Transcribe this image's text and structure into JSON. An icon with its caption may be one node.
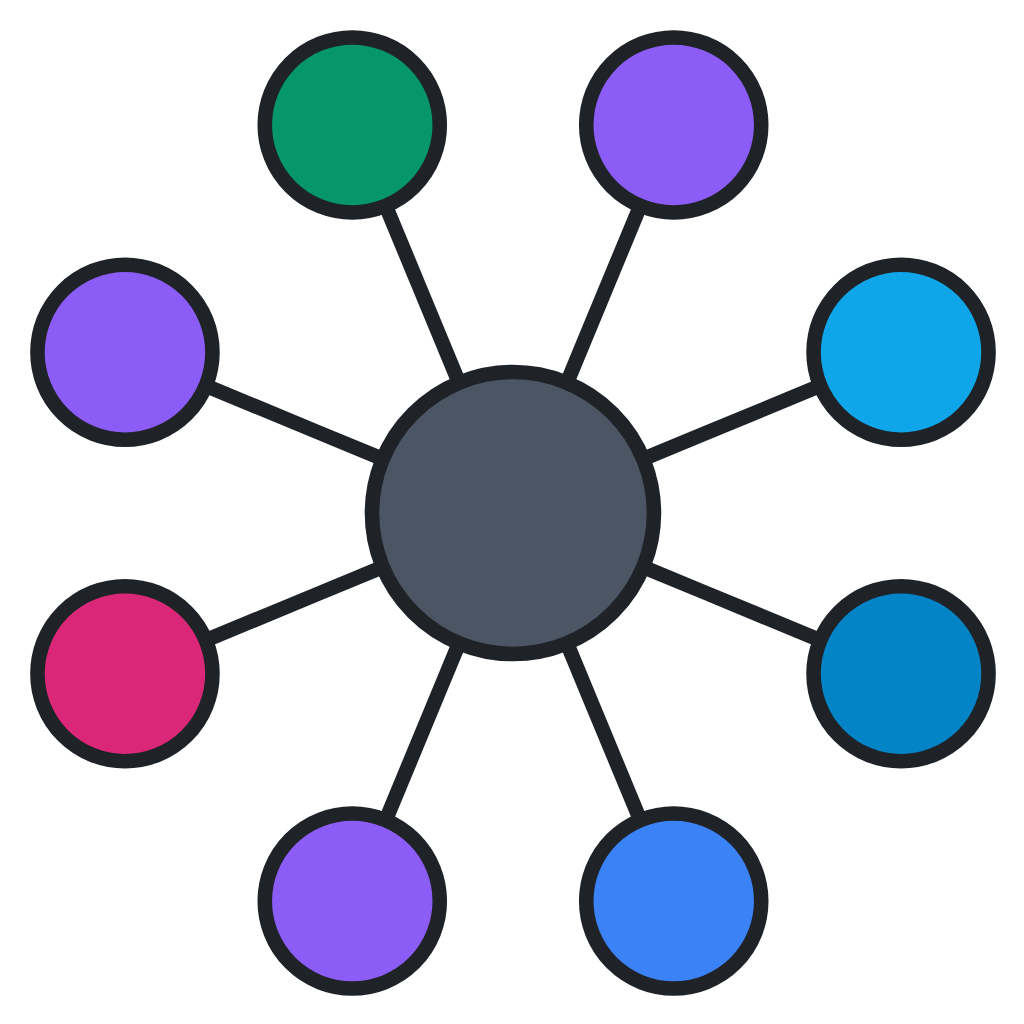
{
  "diagram": {
    "nodes": [
      {
        "text": [],
        "shape": "circle"
      },
      {
        "text": [],
        "shape": "circle"
      },
      {
        "text": [],
        "shape": "circle"
      },
      {
        "text": [],
        "shape": "circle"
      },
      {
        "text": [],
        "shape": "circle"
      },
      {
        "text": [],
        "shape": "circle"
      },
      {
        "text": [],
        "shape": "circle"
      },
      {
        "text": [],
        "shape": "circle"
      },
      {
        "text": [],
        "shape": "circle"
      }
    ],
    "edges": [
      {
        "from": 4,
        "to": 0,
        "arrow": "none"
      },
      {
        "from": 4,
        "to": 1,
        "arrow": "none"
      },
      {
        "from": 4,
        "to": 2,
        "arrow": "none"
      },
      {
        "from": 4,
        "to": 3,
        "arrow": "none"
      },
      {
        "from": 4,
        "to": 5,
        "arrow": "none"
      },
      {
        "from": 4,
        "to": 6,
        "arrow": "none"
      },
      {
        "from": 4,
        "to": 7,
        "arrow": "none"
      },
      {
        "from": 4,
        "to": 8,
        "arrow": "none"
      }
    ]
  }
}
